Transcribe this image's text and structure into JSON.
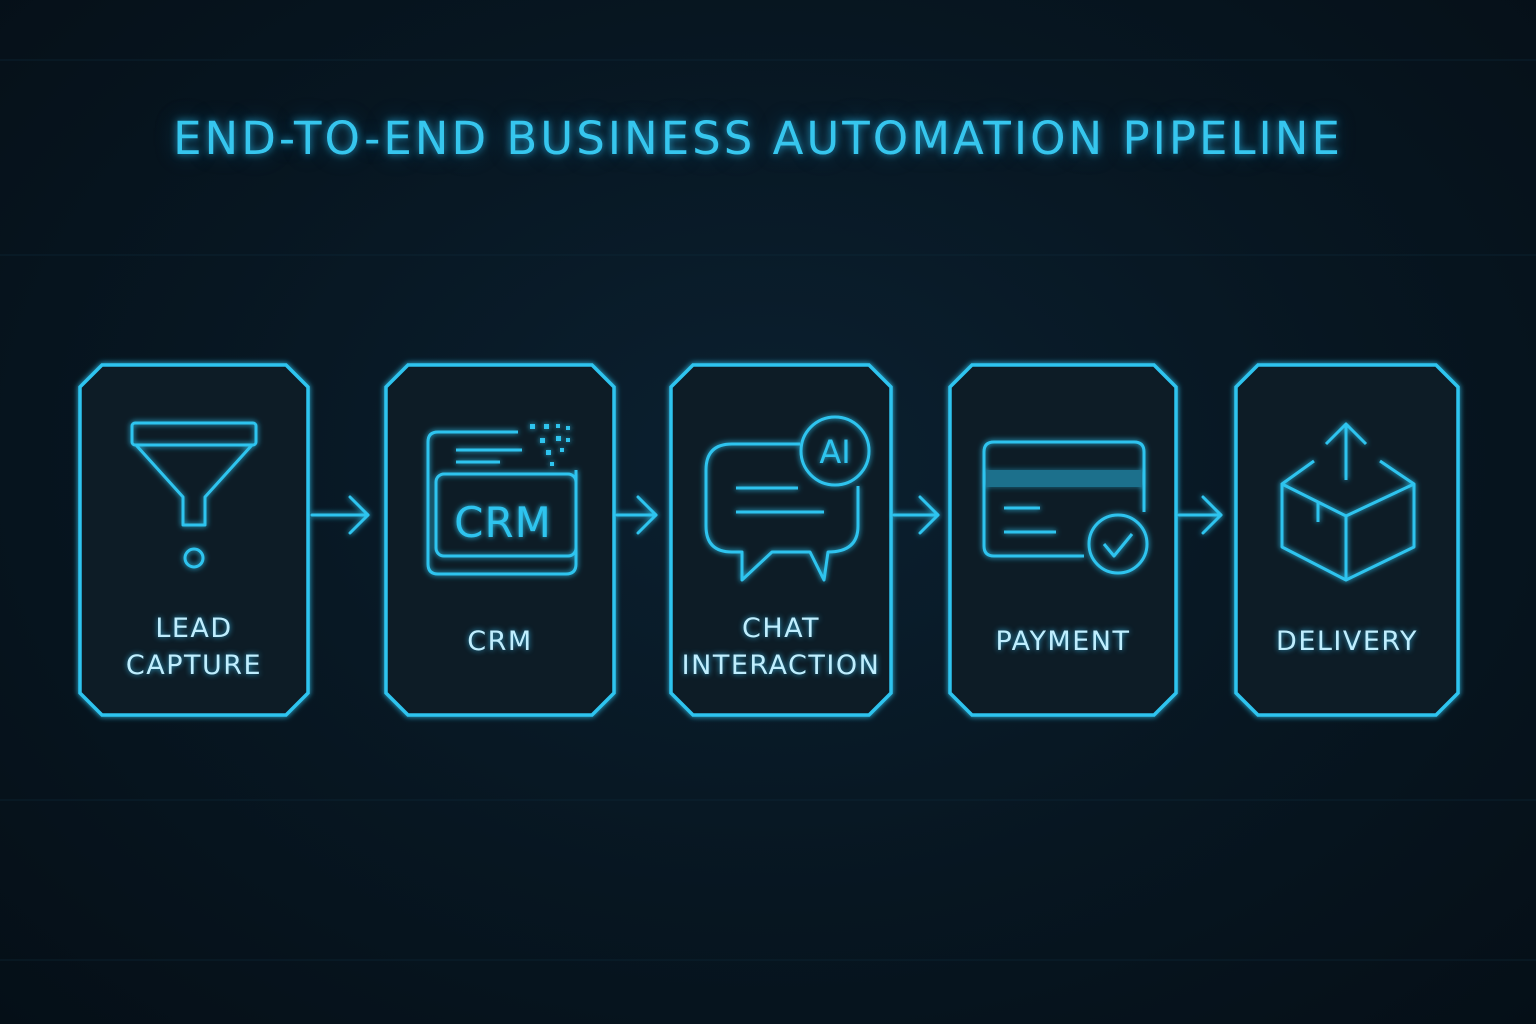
{
  "title": "END-TO-END BUSINESS AUTOMATION PIPELINE",
  "colors": {
    "accent": "#2fc4ef",
    "label": "#bfeefe",
    "background": "#071621"
  },
  "steps": [
    {
      "label": "LEAD\nCAPTURE",
      "icon": "funnel-icon"
    },
    {
      "label": "CRM",
      "icon": "crm-window-icon",
      "icon_text": "CRM"
    },
    {
      "label": "CHAT\nINTERACTION",
      "icon": "ai-chat-bubble-icon",
      "icon_text": "AI"
    },
    {
      "label": "PAYMENT",
      "icon": "credit-card-check-icon"
    },
    {
      "label": "DELIVERY",
      "icon": "package-box-icon"
    }
  ],
  "connectors": [
    "arrow-right-icon",
    "arrow-right-icon",
    "arrow-right-icon",
    "arrow-right-icon"
  ]
}
